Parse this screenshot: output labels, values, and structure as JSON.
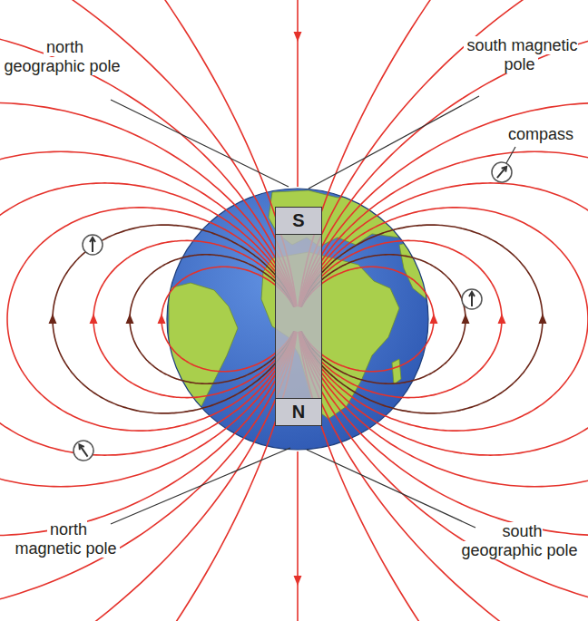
{
  "diagram": {
    "nodes": [
      {
        "text": [
          "S",
          "N"
        ]
      }
    ],
    "labels": [
      "north geographic pole",
      "south magnetic pole",
      "compass",
      "north magnetic pole",
      "south geographic pole"
    ]
  }
}
